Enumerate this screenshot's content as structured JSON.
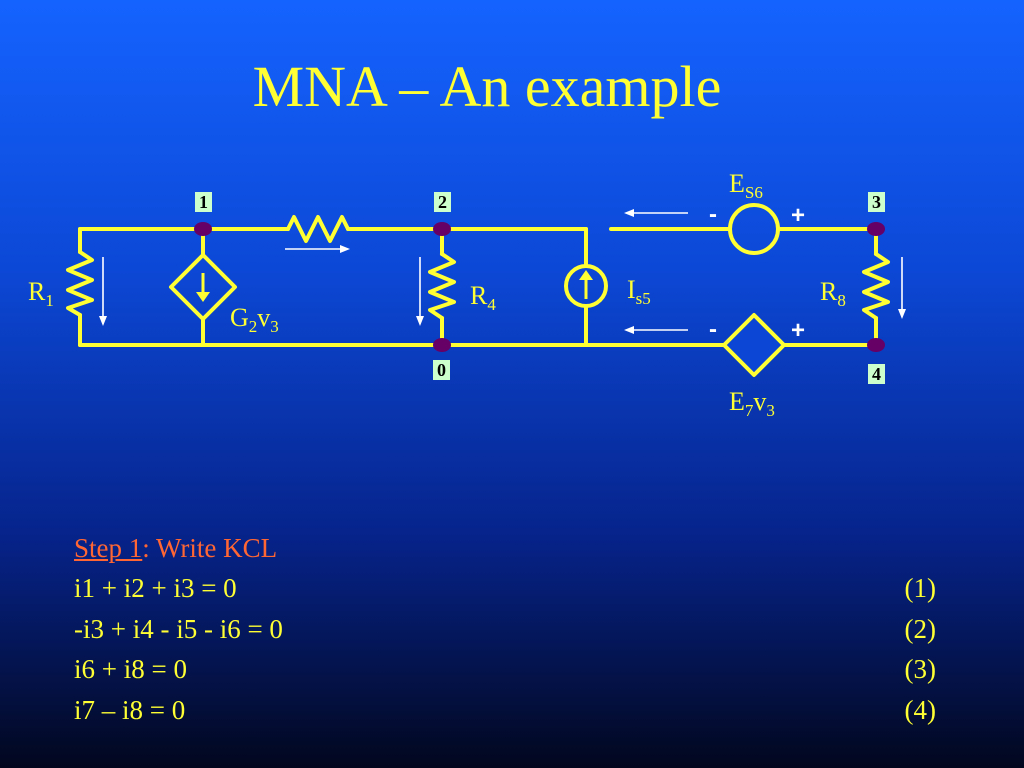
{
  "title": "MNA – An example",
  "circuit": {
    "nodes": [
      "1",
      "2",
      "3",
      "0",
      "4"
    ],
    "labels": {
      "r1": {
        "main": "R",
        "sub": "1"
      },
      "r4": {
        "main": "R",
        "sub": "4"
      },
      "r8": {
        "main": "R",
        "sub": "8"
      },
      "is5": {
        "main": "I",
        "sub": "s5"
      },
      "es6": {
        "main": "E",
        "sub": "S6"
      },
      "g2v3": {
        "a": "G",
        "b": "2",
        "c": "v",
        "d": "3"
      },
      "e7v3": {
        "a": "E",
        "b": "7",
        "c": "v",
        "d": "3"
      }
    },
    "polarity": {
      "minus": "-",
      "plus": "+"
    }
  },
  "step": {
    "link": "Step 1",
    "rest": ": Write KCL"
  },
  "equations": [
    {
      "text": "i1 + i2 + i3 = 0",
      "num": "(1)"
    },
    {
      "text": "-i3 + i4 - i5 - i6 = 0",
      "num": "(2)"
    },
    {
      "text": "i6 + i8 = 0",
      "num": "(3)"
    },
    {
      "text": "i7 – i8 = 0",
      "num": "(4)"
    }
  ],
  "colors": {
    "wire": "#ffff33",
    "node_dot": "#660066",
    "node_label_bg": "#ccffcc",
    "text": "#ffff33",
    "step": "#ff6633",
    "arrow": "#ffffff"
  }
}
